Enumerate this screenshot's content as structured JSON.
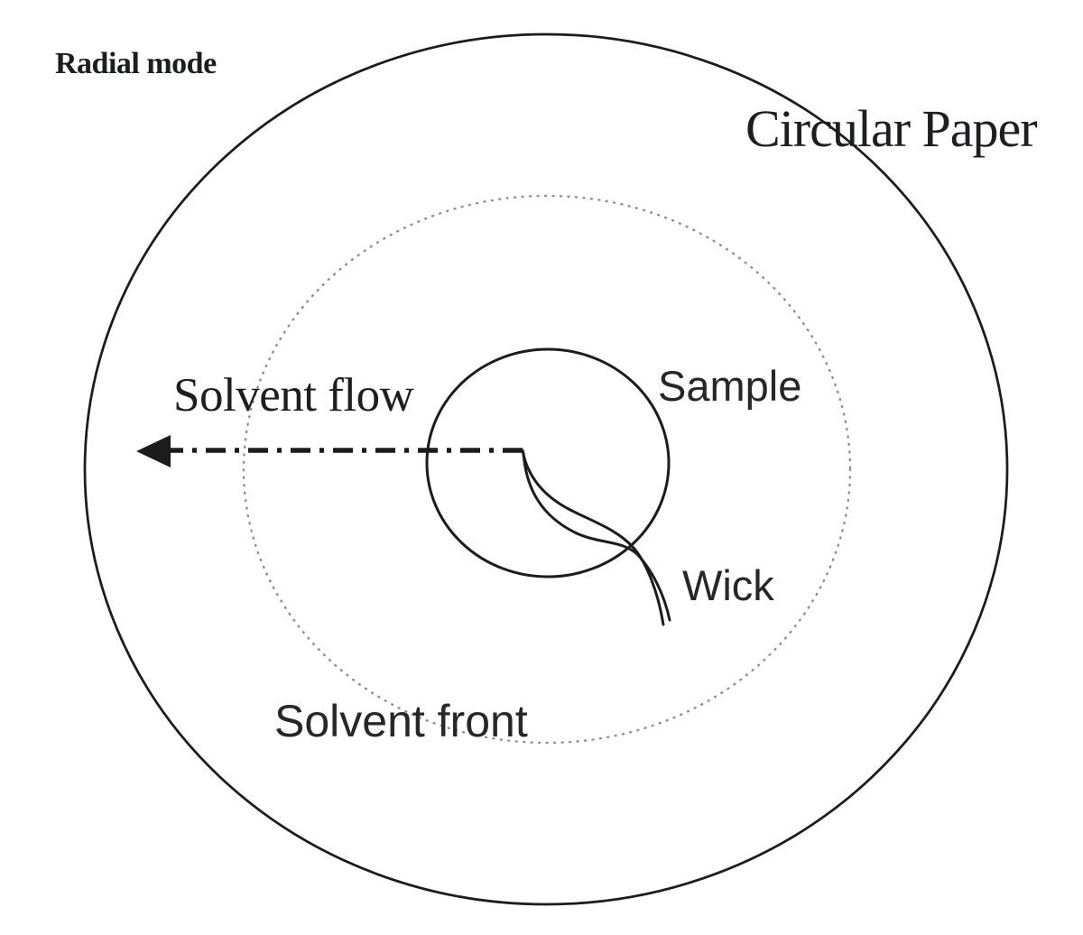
{
  "header": {
    "mode_label": "Radial mode"
  },
  "labels": {
    "circular_paper": "Circular Paper",
    "solvent_flow": "Solvent flow",
    "sample": "Sample",
    "wick": "Wick",
    "solvent_front": "Solvent front"
  },
  "colors": {
    "line": "#1c1c1c",
    "dotted_ring": "#8f8f8f",
    "text_serif": "#1d1d24",
    "text_sans": "#26262b",
    "background": "#ffffff"
  }
}
